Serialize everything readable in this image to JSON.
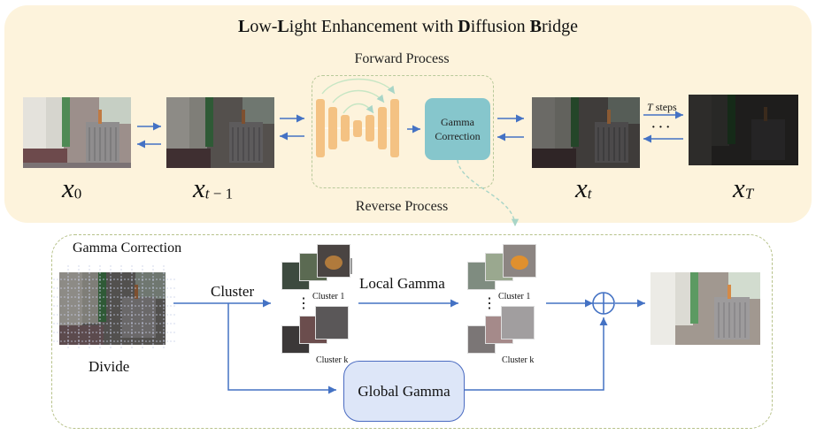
{
  "title": {
    "p1_bold": "L",
    "p1": "ow-",
    "p2_bold": "L",
    "p2": "ight Enhancement with ",
    "p3_bold": "D",
    "p3": "iffusion ",
    "p4_bold": "B",
    "p4": "ridge"
  },
  "top": {
    "forward_label": "Forward Process",
    "reverse_label": "Reverse Process",
    "gamma_box_line1": "Gamma",
    "gamma_box_line2": "Correction",
    "steps_T": "T",
    "steps_label": " steps",
    "dots": "· · ·",
    "vars": {
      "x0": {
        "base": "x",
        "sub": "0"
      },
      "xt1": {
        "base": "x",
        "sub_var": "t",
        "sub_rest": " − 1"
      },
      "xt": {
        "base": "x",
        "sub_var": "t"
      },
      "xT": {
        "base": "x",
        "sub_var": "T"
      }
    }
  },
  "bottom": {
    "panel_title": "Gamma Correction",
    "divide_label": "Divide",
    "cluster_label": "Cluster",
    "local_gamma_label": "Local Gamma",
    "cluster1_label": "Cluster 1",
    "clusterk_label": "Cluster k",
    "vdots": "⋮",
    "global_gamma_label": "Global Gamma"
  },
  "colors": {
    "top_panel_bg": "#fdf3dc",
    "unet_orange": "#f4c283",
    "gamma_teal": "#86c6cc",
    "arrow_blue": "#4472c4",
    "panel_dash_green": "#b7c28a",
    "global_box_fill": "#dde6f8"
  }
}
